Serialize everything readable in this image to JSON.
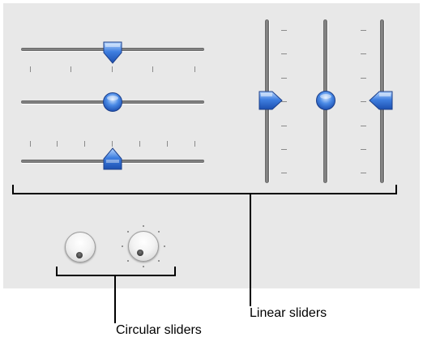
{
  "colors": {
    "panel_background": "#e8e8e8",
    "knob_blue": "#3f7fe0",
    "track": "#7a7a7a"
  },
  "linear_sliders": {
    "horizontal": [
      {
        "style": "arrow-down",
        "value": 0.5,
        "tick_marks": "below"
      },
      {
        "style": "round",
        "value": 0.5,
        "tick_marks": "none"
      },
      {
        "style": "arrow-up",
        "value": 0.5,
        "tick_marks": "above"
      }
    ],
    "vertical": [
      {
        "style": "arrow-right",
        "value": 0.5,
        "tick_marks": "right"
      },
      {
        "style": "round",
        "value": 0.5,
        "tick_marks": "none"
      },
      {
        "style": "arrow-left",
        "value": 0.5,
        "tick_marks": "left"
      }
    ]
  },
  "circular_sliders": [
    {
      "style": "plain",
      "tick_marks": "none"
    },
    {
      "style": "with-ticks",
      "tick_marks": "around"
    }
  ],
  "labels": {
    "linear": "Linear sliders",
    "circular": "Circular sliders"
  }
}
